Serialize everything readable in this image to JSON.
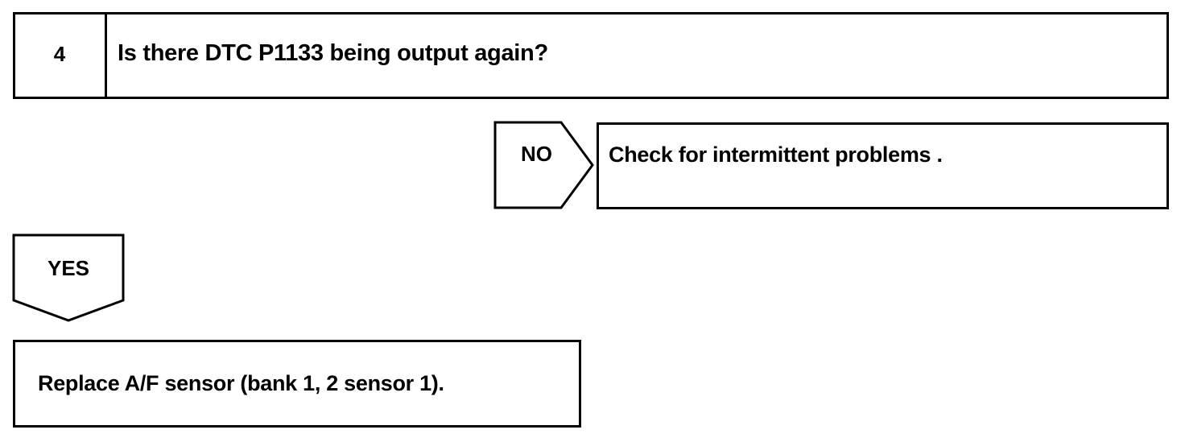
{
  "step": {
    "number": "4",
    "question": "Is there DTC P1133 being output again?"
  },
  "no_branch": {
    "label": "NO",
    "result": "Check for intermittent problems ."
  },
  "yes_branch": {
    "label": "YES",
    "result": "Replace A/F sensor (bank 1, 2 sensor 1)."
  }
}
